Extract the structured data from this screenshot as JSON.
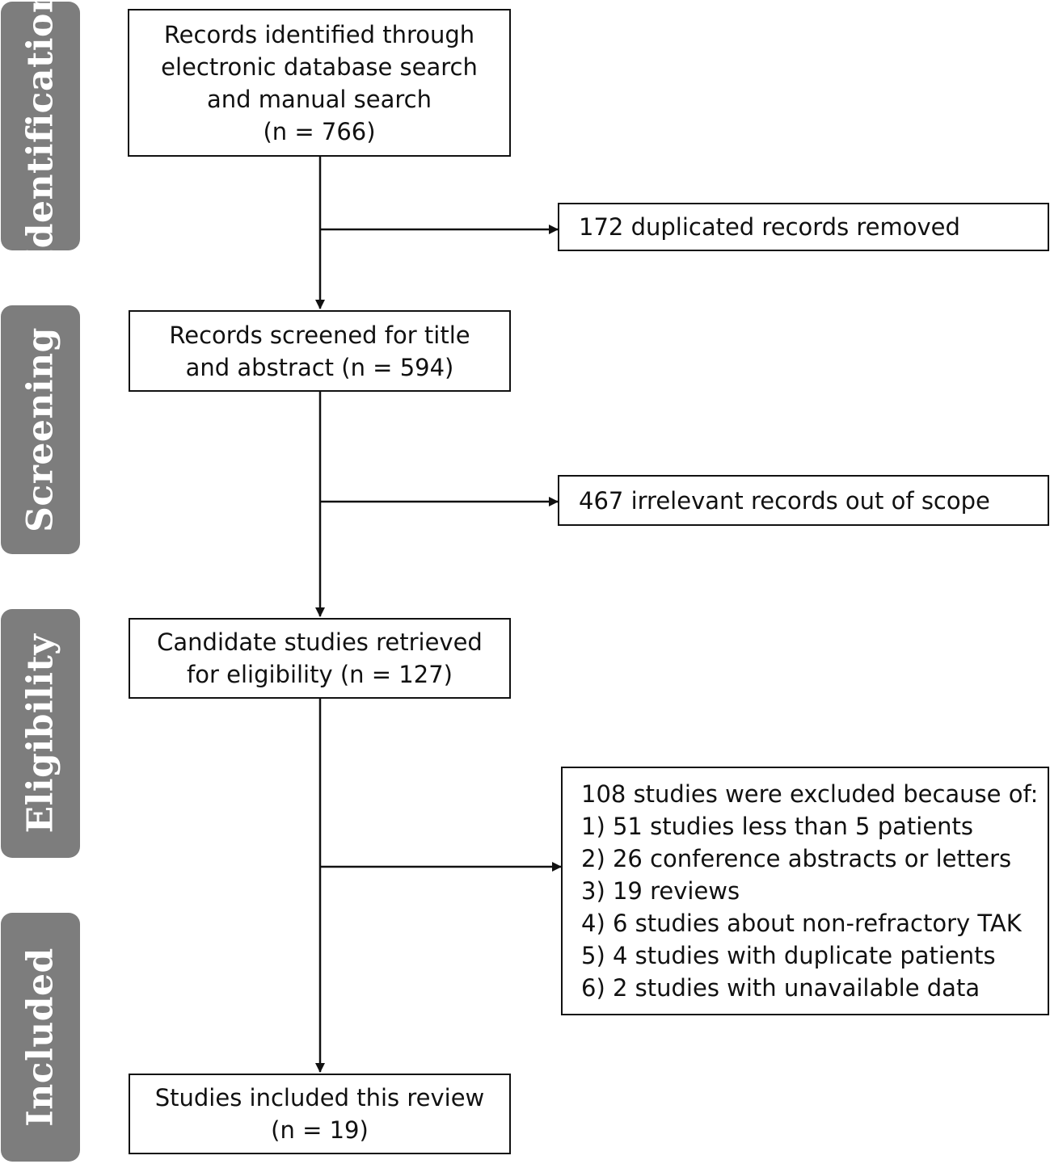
{
  "stages": [
    {
      "id": "identification",
      "label": "Identification"
    },
    {
      "id": "screening",
      "label": "Screening"
    },
    {
      "id": "eligibility",
      "label": "Eligibility"
    },
    {
      "id": "included",
      "label": "Included"
    }
  ],
  "boxes": {
    "identified": {
      "lines": [
        "Records identified through",
        "electronic database search",
        "and manual search",
        "(n = 766)"
      ]
    },
    "duplicates": {
      "text": "172 duplicated records removed"
    },
    "screened": {
      "lines": [
        "Records screened for title",
        "and abstract (n = 594)"
      ]
    },
    "irrelevant": {
      "text": "467 irrelevant records out of scope"
    },
    "candidate": {
      "lines": [
        "Candidate studies retrieved",
        "for eligibility (n = 127)"
      ]
    },
    "excluded": {
      "heading": "108 studies were excluded because of:",
      "reasons": [
        "1) 51 studies less than 5 patients",
        "2) 26 conference abstracts or letters",
        "3) 19 reviews",
        "4) 6 studies about non-refractory TAK",
        "5) 4 studies with duplicate patients",
        "6) 2 studies with unavailable data"
      ]
    },
    "included": {
      "lines": [
        "Studies included this review",
        "(n = 19)"
      ]
    }
  }
}
